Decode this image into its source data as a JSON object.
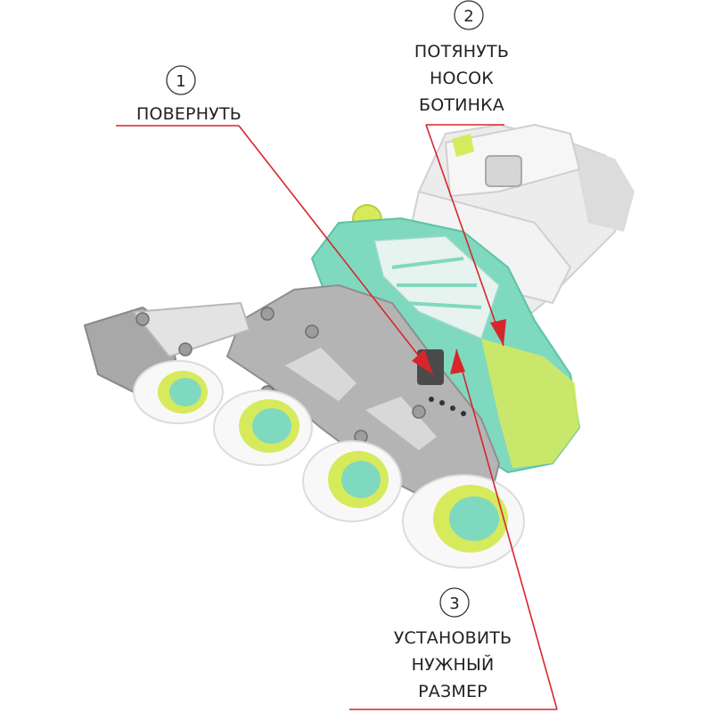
{
  "steps": [
    {
      "number": "1",
      "lines": [
        "ПОВЕРНУТЬ"
      ]
    },
    {
      "number": "2",
      "lines": [
        "ПОТЯНУТЬ",
        "НОСОК",
        "БОТИНКА"
      ]
    },
    {
      "number": "3",
      "lines": [
        "УСТАНОВИТЬ",
        "НУЖНЫЙ",
        "РАЗМЕР"
      ]
    }
  ],
  "colors": {
    "callout_red": "#d7262b",
    "mint": "#7fd9bf",
    "lime": "#d6ea5c",
    "silver": "#b4b4b4",
    "white_body": "#f1f1f1"
  }
}
